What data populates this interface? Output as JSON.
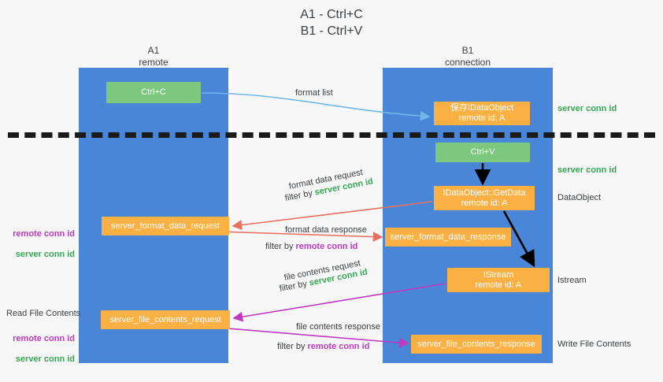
{
  "title": "A1 - Ctrl+C\nB1 - Ctrl+V",
  "columns": {
    "left": {
      "name": "A1",
      "role": "remote",
      "label": "A1\nremote"
    },
    "right": {
      "name": "B1",
      "role": "connection",
      "label": "B1\nconnection"
    }
  },
  "colors": {
    "lane": "#4a86d8",
    "green_box": "#7dc87f",
    "orange_box": "#fbb043",
    "background": "#f7f7f7",
    "server_conn_id": "#34a853",
    "remote_conn_id": "#c039c0",
    "format_list_arrow": "#6fb7e8",
    "format_data_arrow": "#e8705f",
    "file_contents_arrow": "#c039c0",
    "black_arrow": "#000000",
    "dashed_separator": "#1a1a1a"
  },
  "boxes": {
    "ctrl_c": {
      "line1": "Ctrl+C",
      "line2": "",
      "color": "green",
      "lane": "A1"
    },
    "idataobject": {
      "line1": "保存IDataObject",
      "line2": "remote id: A",
      "color": "orange",
      "lane": "B1"
    },
    "ctrl_v": {
      "line1": "Ctrl+V",
      "line2": "",
      "color": "green",
      "lane": "B1"
    },
    "getdata": {
      "line1": "IDataObject::GetData",
      "line2": "remote id: A",
      "color": "orange",
      "lane": "B1"
    },
    "istream": {
      "line1": "IStream",
      "line2": "remote id: A",
      "color": "orange",
      "lane": "B1"
    },
    "server_format_data_request": {
      "line1": "server_format_data_request",
      "line2": "",
      "color": "orange",
      "lane": "A1"
    },
    "server_format_data_response": {
      "line1": "server_format_data_response",
      "line2": "",
      "color": "orange",
      "lane": "B1"
    },
    "server_file_contents_request": {
      "line1": "server_file_contents_request",
      "line2": "",
      "color": "orange",
      "lane": "A1"
    },
    "server_file_contents_response": {
      "line1": "server_file_contents_response",
      "line2": "",
      "color": "orange",
      "lane": "B1"
    }
  },
  "arrow_labels": {
    "format_list": "format list",
    "format_data_request": "format data request",
    "format_data_request_filter_prefix": "filter by ",
    "format_data_request_filter_value": "server conn id",
    "format_data_response": "format data response",
    "format_data_response_filter_prefix": "filter by ",
    "format_data_response_filter_value": "remote conn id",
    "file_contents_request": "file contents request",
    "file_contents_request_filter_prefix": "filter by ",
    "file_contents_request_filter_value": "server conn id",
    "file_contents_response": "file contents response",
    "file_contents_response_filter_prefix": "filter by ",
    "file_contents_response_filter_value": "remote conn id"
  },
  "annotations": {
    "right_server_conn_id_top": "server conn id",
    "right_server_conn_id_mid": "server conn id",
    "right_dataobject": "DataObject",
    "right_istream": "Istream",
    "right_write_file_contents": "Write File Contents",
    "left_read_file_contents": "Read File Contents",
    "left_remote_conn_id_1": "remote conn id",
    "left_server_conn_id_1": "server conn id",
    "left_remote_conn_id_2": "remote conn id",
    "left_server_conn_id_2": "server conn id"
  }
}
